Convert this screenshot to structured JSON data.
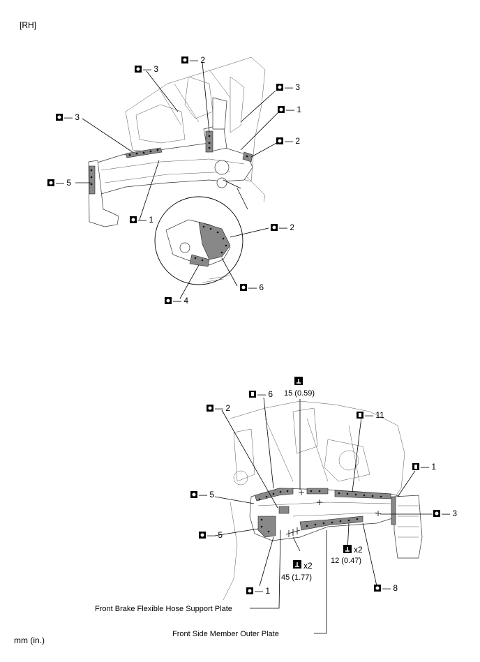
{
  "header": {
    "side": "[RH]"
  },
  "legend_codes": {
    "spot": "O",
    "arc": "I"
  },
  "top_callouts": [
    {
      "code": "O",
      "num": "3"
    },
    {
      "code": "O",
      "num": "2"
    },
    {
      "code": "O",
      "num": "3"
    },
    {
      "code": "O",
      "num": "1"
    },
    {
      "code": "O",
      "num": "3"
    },
    {
      "code": "O",
      "num": "2"
    },
    {
      "code": "O",
      "num": "5"
    },
    {
      "code": "O",
      "num": "1"
    },
    {
      "code": "O",
      "num": "2"
    },
    {
      "code": "O",
      "num": "6"
    },
    {
      "code": "O",
      "num": "4"
    }
  ],
  "bottom_callouts": [
    {
      "code": "I",
      "num": "6"
    },
    {
      "code": "O",
      "num": "2"
    },
    {
      "code": "I",
      "num": "11"
    },
    {
      "code": "I",
      "num": "1"
    },
    {
      "code": "O",
      "num": "5"
    },
    {
      "code": "O",
      "num": "3"
    },
    {
      "code": "O",
      "num": "5"
    },
    {
      "code": "O",
      "num": "1"
    },
    {
      "code": "O",
      "num": "8"
    }
  ],
  "torques": [
    {
      "value": "15 (0.59)",
      "qty": ""
    },
    {
      "value": "45 (1.77)",
      "qty": "x2"
    },
    {
      "value": "12 (0.47)",
      "qty": "x2"
    }
  ],
  "part_labels": {
    "brake_plate": "Front Brake Flexible Hose Support Plate",
    "side_member": "Front Side Member Outer Plate"
  },
  "units": "mm (in.)"
}
